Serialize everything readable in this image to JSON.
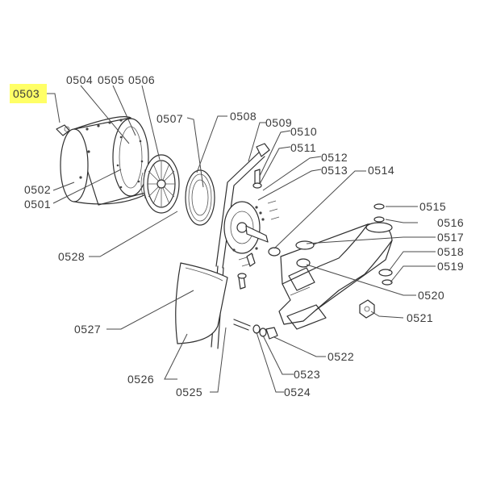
{
  "diagram": {
    "highlight_color": "#ffff66",
    "highlighted_part": "0503",
    "labels": {
      "p0501": "0501",
      "p0502": "0502",
      "p0503": "0503",
      "p0504": "0504",
      "p0505": "0505",
      "p0506": "0506",
      "p0507": "0507",
      "p0508": "0508",
      "p0509": "0509",
      "p0510": "0510",
      "p0511": "0511",
      "p0512": "0512",
      "p0513": "0513",
      "p0514": "0514",
      "p0515": "0515",
      "p0516": "0516",
      "p0517": "0517",
      "p0518": "0518",
      "p0519": "0519",
      "p0520": "0520",
      "p0521": "0521",
      "p0522": "0522",
      "p0523": "0523",
      "p0524": "0524",
      "p0525": "0525",
      "p0526": "0526",
      "p0527": "0527",
      "p0528": "0528"
    }
  }
}
